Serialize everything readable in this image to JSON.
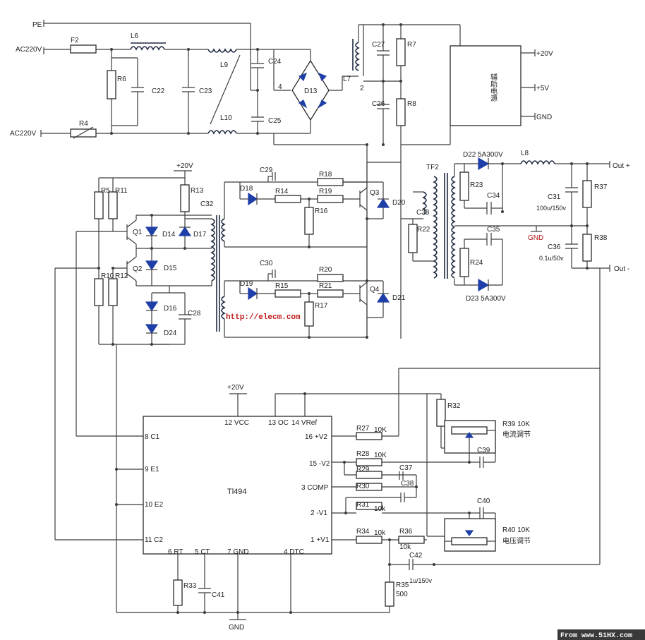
{
  "mains": {
    "pe": "PE",
    "ac_top": "AC220V",
    "ac_bottom": "AC220V"
  },
  "labels": {
    "F2": "F2",
    "L6": "L6",
    "R6": "R6",
    "C22": "C22",
    "C23": "C23",
    "L9": "L9",
    "L10": "L10",
    "C24": "C24",
    "C25": "C25",
    "R4": "R4",
    "D13": "D13",
    "node4": "4",
    "node2": "2",
    "L7": "L7",
    "C27": "C27",
    "C26": "C26",
    "R7": "R7",
    "R8": "R8",
    "R5": "R5",
    "R11": "R11",
    "R13": "R13",
    "C32": "C32",
    "Q1": "Q1",
    "D14": "D14",
    "D17": "D17",
    "Q2": "Q2",
    "D15": "D15",
    "R10": "R10",
    "R12": "R12",
    "D16": "D16",
    "C28": "C28",
    "D24": "D24",
    "C29": "C29",
    "D18": "D18",
    "R14": "R14",
    "R18": "R18",
    "R19": "R19",
    "R16": "R16",
    "Q3": "Q3",
    "D20": "D20",
    "C33": "C33",
    "R22": "R22",
    "C30": "C30",
    "D19": "D19",
    "R15": "R15",
    "R20": "R20",
    "R21": "R21",
    "R17": "R17",
    "Q4": "Q4",
    "D21": "D21",
    "TF2": "TF2",
    "D22": "D22 5A300V",
    "L8": "L8",
    "R23": "R23",
    "C34": "C34",
    "C35": "C35",
    "R24": "R24",
    "D23": "D23 5A300V",
    "C31": "C31",
    "C31v": "100u/150v",
    "R37": "R37",
    "GND_out": "GND",
    "C36": "C36",
    "C36v": "0.1u/50v",
    "R38": "R38",
    "plus20_a": "+20V",
    "plus20_b": "+20V",
    "out_plus": "Out +",
    "out_minus": "Out -",
    "R32": "R32",
    "R39": "R39 10K",
    "R39_note": "电流调节",
    "C39": "C39",
    "R27": "R27",
    "R27v": "10K",
    "R28": "R28",
    "R28v": "10K",
    "R29": "R29",
    "C37": "C37",
    "R30": "R30",
    "C38": "C38",
    "R31": "R31",
    "R31v": "10k",
    "C40": "C40",
    "R34": "R34",
    "R34v": "10k",
    "R36": "R36",
    "R36v": "10k",
    "R40": "R40 10K",
    "R40_note": "电压调节",
    "C42": "C42",
    "C42v": "1u/150v",
    "R35": "R35",
    "R35v": "500",
    "R33": "R33",
    "C41": "C41",
    "GND_bottom": "GND"
  },
  "aux_supply": {
    "name": "辅助电源",
    "out_20v": "+20V",
    "out_5v": "+5V",
    "out_gnd": "GND"
  },
  "ic": {
    "name": "Tl494",
    "pins": {
      "vcc": "12 VCC",
      "oc": "13 OC",
      "vref": "14 VRef",
      "c1": "8 C1",
      "e1": "9 E1",
      "e2": "10 E2",
      "c2": "11 C2",
      "v2p": "16 +V2",
      "v2m": "15 -V2",
      "comp": "3 COMP",
      "v1m": "2 -V1",
      "v1p": "1 +V1",
      "rt": "6 RT",
      "ct": "5 CT",
      "gnd": "7 GND",
      "dtc": "4 DTC"
    }
  },
  "url": "http://elecm.com",
  "watermark": "From www.51HX.com",
  "colors": {
    "diode": "#1f3fa8",
    "url": "#c01a1a",
    "gnd_mark": "#b01818"
  }
}
